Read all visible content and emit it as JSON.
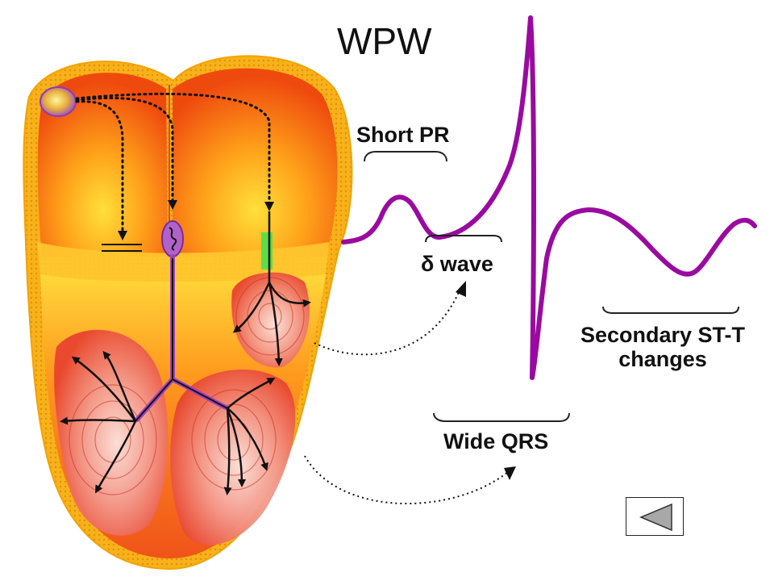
{
  "title": "WPW",
  "labels": {
    "short_pr": "Short PR",
    "delta_wave": "δ wave",
    "secondary_stt_line1": "Secondary ST-T",
    "secondary_stt_line2": "changes",
    "wide_qrs": "Wide QRS"
  },
  "colors": {
    "heart_outer": "#f7b21b",
    "heart_dots": "#e8a000",
    "atria_red": "#f0530e",
    "atria_yellow": "#ffd83a",
    "ventricle_red": "#e8402a",
    "ventricle_pink": "#f7c7c3",
    "conduction_purple": "#a040c0",
    "ecg_purple": "#9a0aa0",
    "accessory_green": "#58e04a"
  },
  "navigation": {
    "back_icon": "triangle-left-icon"
  }
}
